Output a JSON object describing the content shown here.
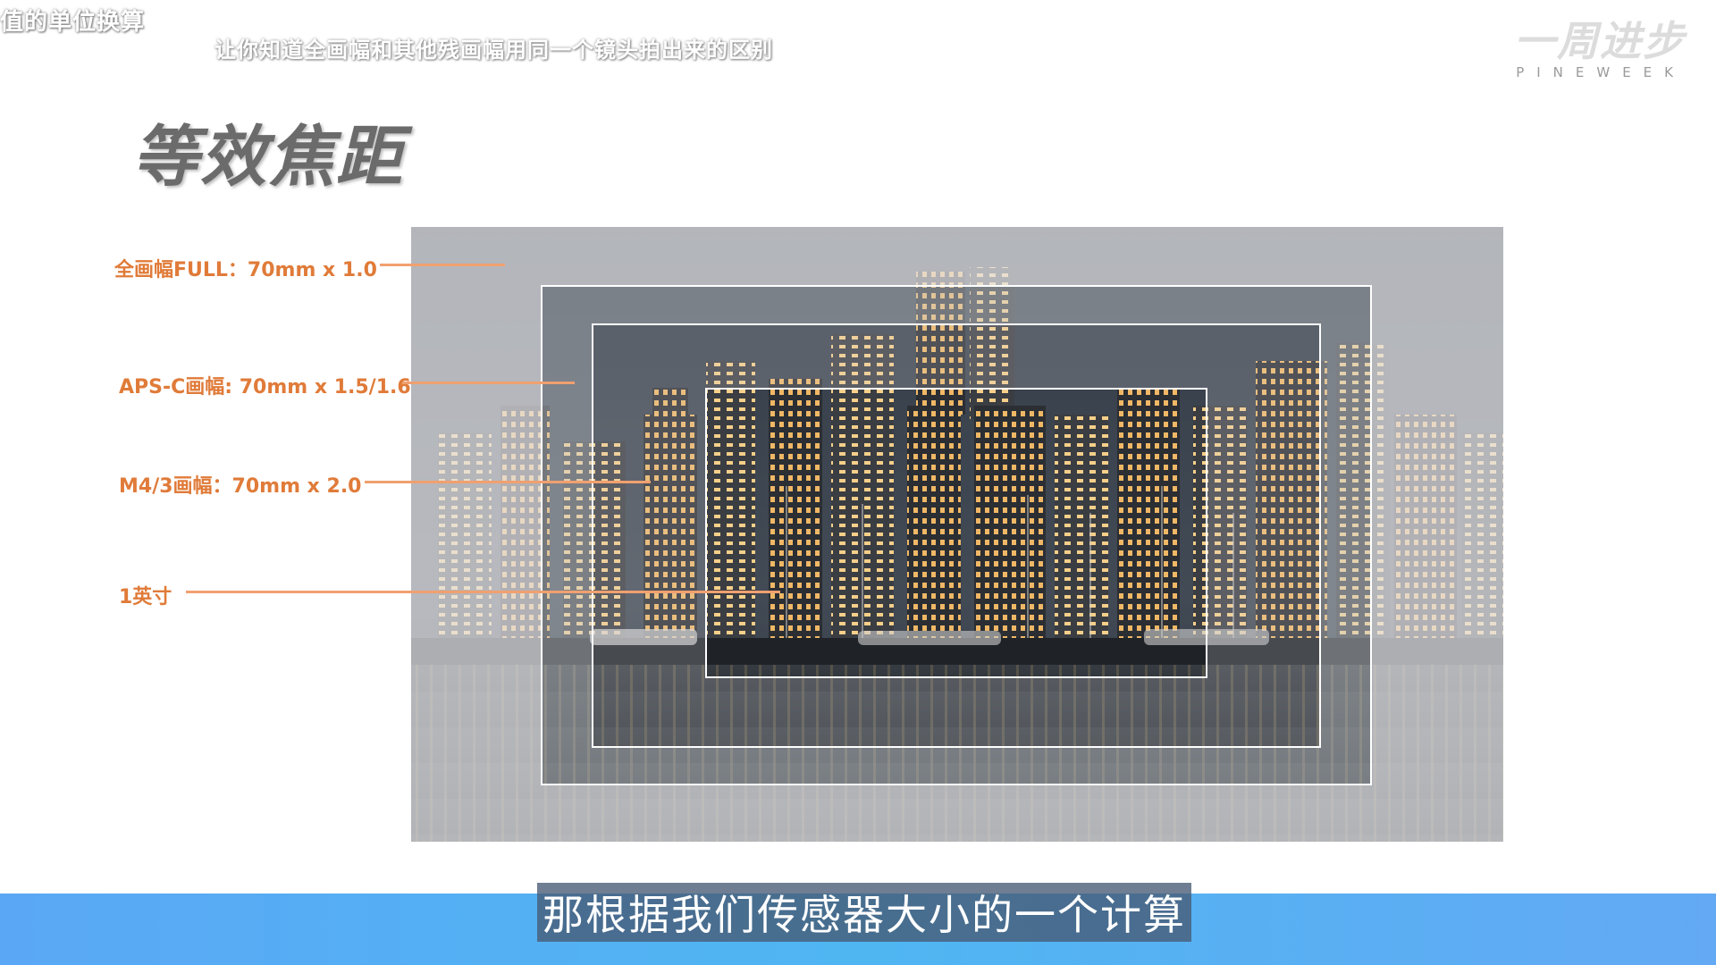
{
  "header": {
    "chapter": "值的单位换算",
    "caption": "让你知道全画幅和其他残画幅用同一个镜头拍出来的区别"
  },
  "brand": {
    "cn": "一周进步",
    "en": "PINEWEEK"
  },
  "slide": {
    "title": "等效焦距",
    "labels": {
      "full": "全画幅FULL：70mm x 1.0",
      "apsc": "APS-C画幅: 70mm x 1.5/1.6",
      "m43": "M4/3画幅：70mm x 2.0",
      "one_inch": "1英寸"
    }
  },
  "subtitle": "那根据我们传感器大小的一个计算",
  "colors": {
    "label_accent": "#e07b39",
    "subtitle_bar": "#4fb6f2",
    "title_gray": "#6b6b6b"
  },
  "icons": {
    "brand_logo": "pineweek-logo"
  }
}
